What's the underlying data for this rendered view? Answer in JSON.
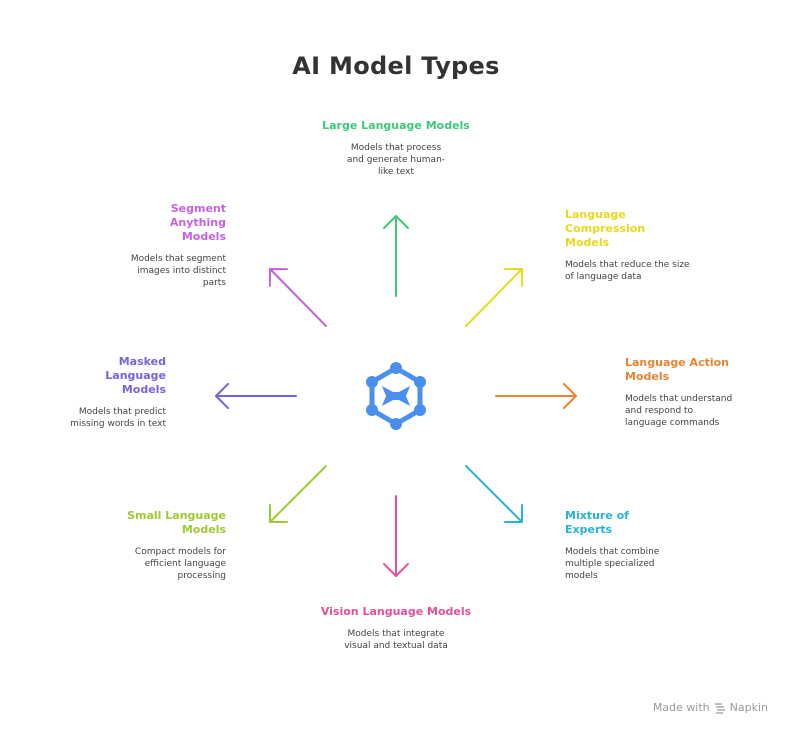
{
  "title": "AI Model Types",
  "footer": {
    "made_with": "Made with",
    "brand": "Napkin"
  },
  "center_icon": "hexagon-network-icon",
  "nodes": [
    {
      "id": "llm",
      "title": "Large Language Models",
      "description": "Models that process and generate human-like text",
      "color": "#3ec87a"
    },
    {
      "id": "lcm",
      "title": "Language Compression Models",
      "description": "Models that reduce the size of language data",
      "color": "#e9d81d"
    },
    {
      "id": "lam",
      "title": "Language Action Models",
      "description": "Models that understand and respond to language commands",
      "color": "#e7852f"
    },
    {
      "id": "moe",
      "title": "Mixture of Experts",
      "description": "Models that combine multiple specialized models",
      "color": "#27b3d8"
    },
    {
      "id": "vlm",
      "title": "Vision Language Models",
      "description": "Models that integrate visual and textual data",
      "color": "#e0519a"
    },
    {
      "id": "slm",
      "title": "Small Language Models",
      "description": "Compact models for efficient language processing",
      "color": "#9ec931"
    },
    {
      "id": "mlm",
      "title": "Masked Language Models",
      "description": "Models that predict missing words in text",
      "color": "#7a5fe0"
    },
    {
      "id": "sam",
      "title": "Segment Anything Models",
      "description": "Models that segment images into distinct parts",
      "color": "#c462e2"
    }
  ]
}
